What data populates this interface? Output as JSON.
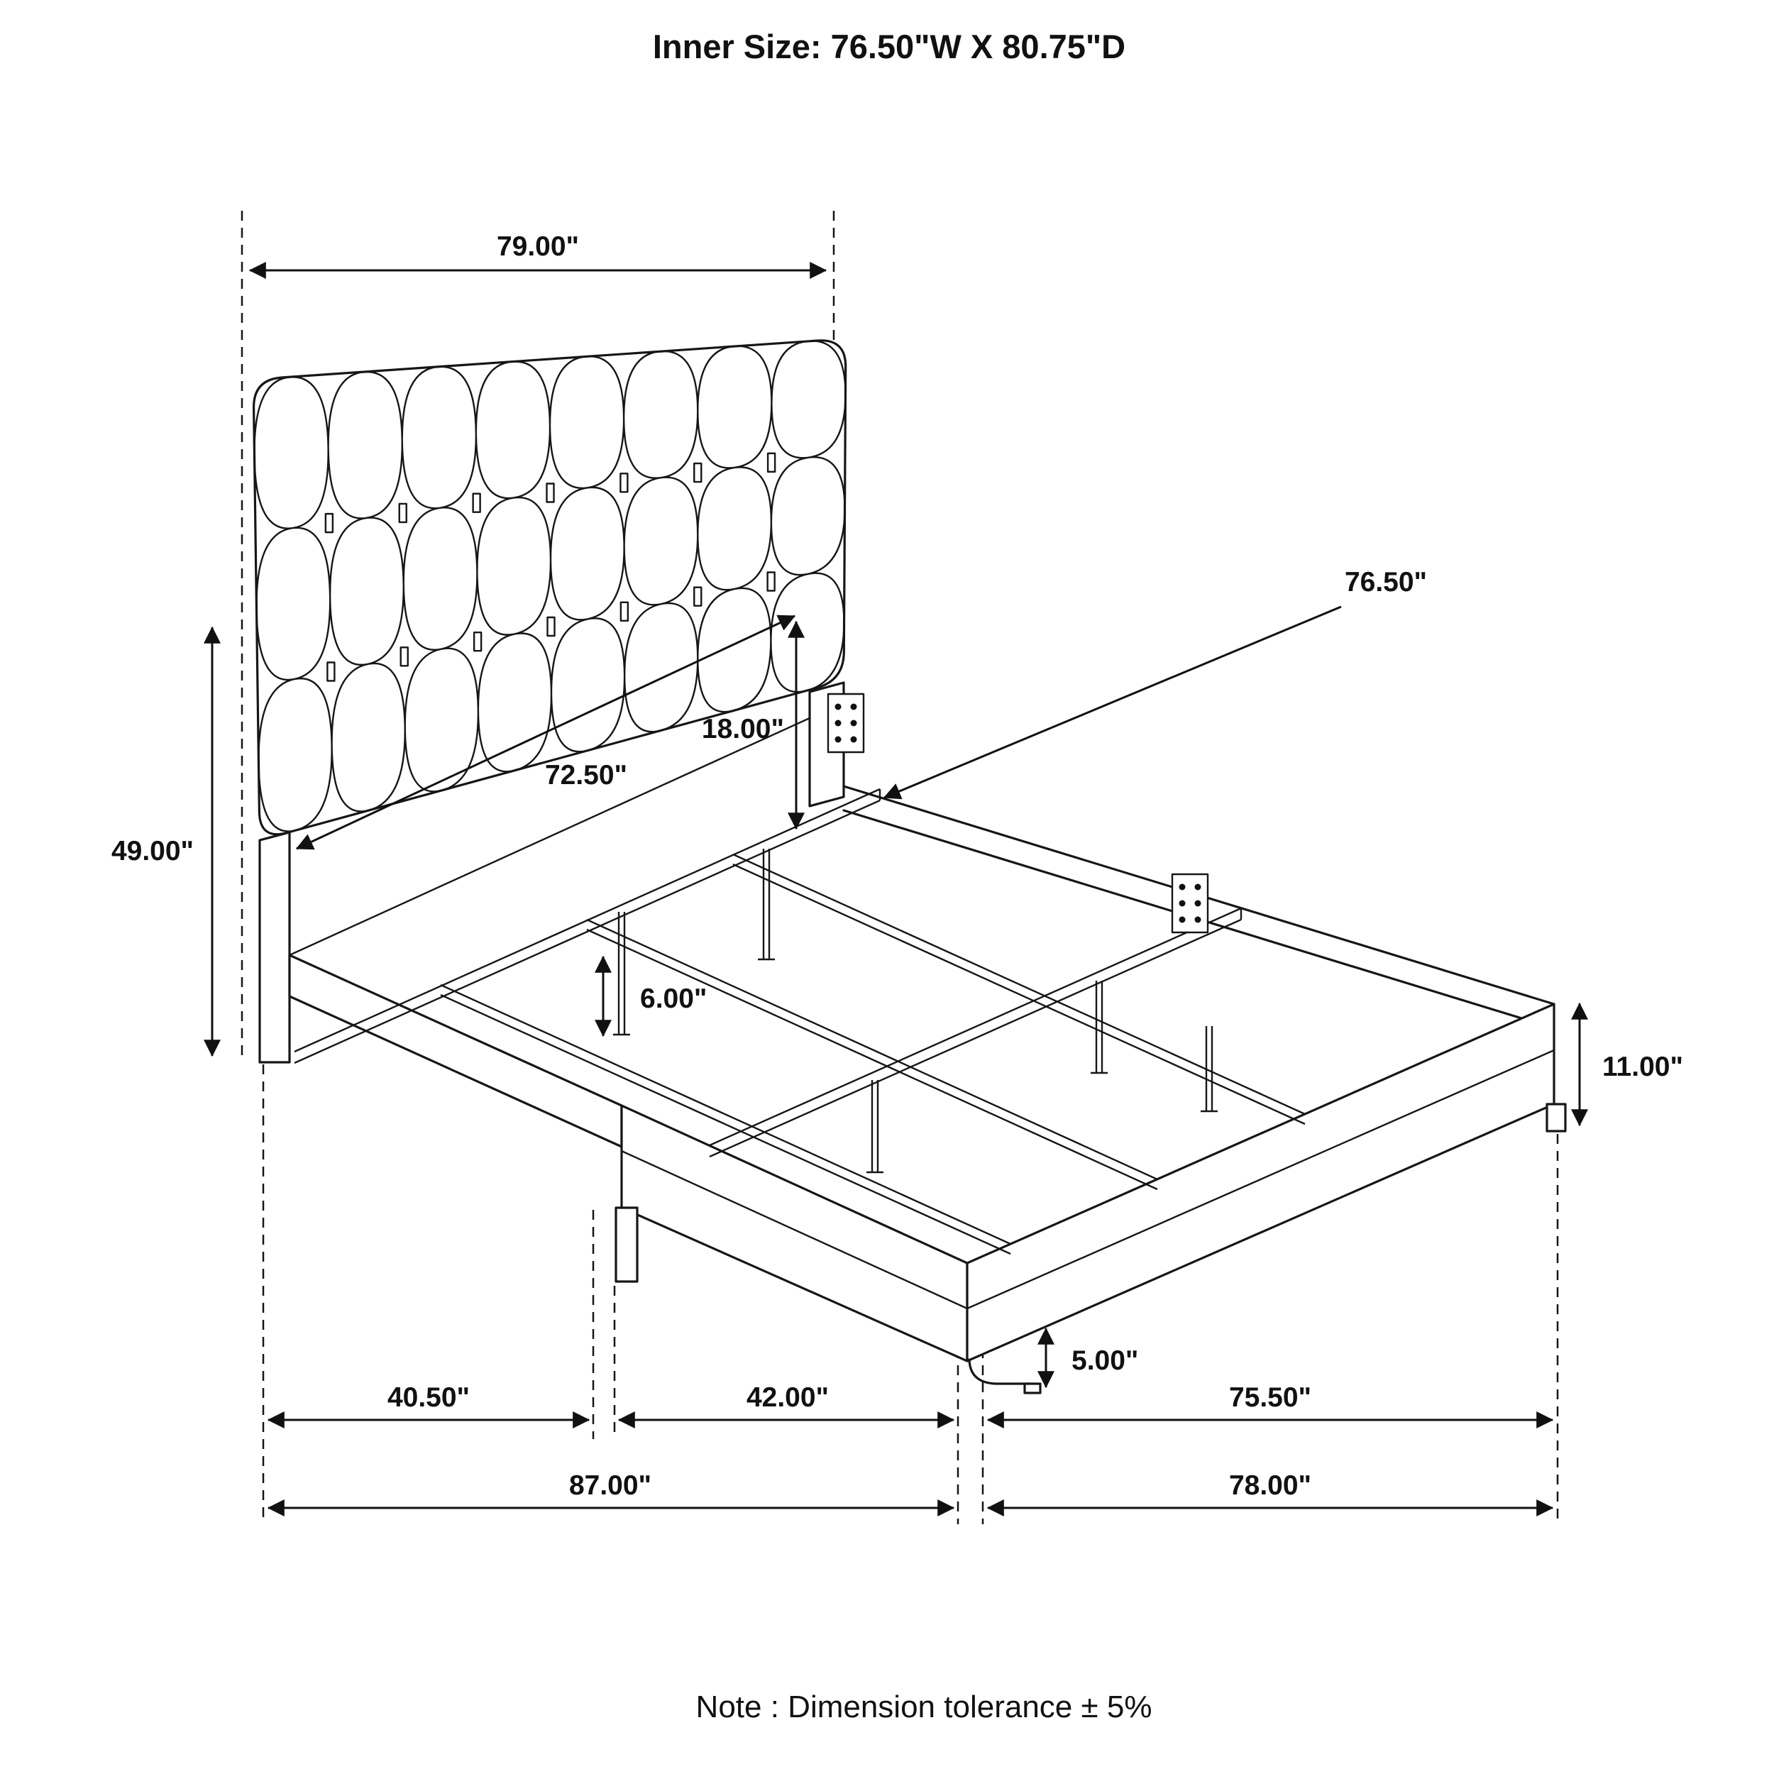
{
  "page": {
    "title": "Inner Size: 76.50\"W X 80.75\"D",
    "note": "Note : Dimension tolerance  ± 5%"
  },
  "diagram": {
    "name": "upholstered-bed-frame-dimension-drawing",
    "dimensions": {
      "headboard_width": "79.00\"",
      "headboard_height": "49.00\"",
      "panel_width": "72.50\"",
      "panel_drop": "18.00\"",
      "slat_length": "76.50\"",
      "center_leg_height": "6.00\"",
      "rail_height": "11.00\"",
      "front_leg_height": "5.00\"",
      "head_section_a": "40.50\"",
      "head_section_b": "42.00\"",
      "foot_section_width": "75.50\"",
      "length_head_section": "87.00\"",
      "length_foot_section": "78.00\""
    }
  }
}
